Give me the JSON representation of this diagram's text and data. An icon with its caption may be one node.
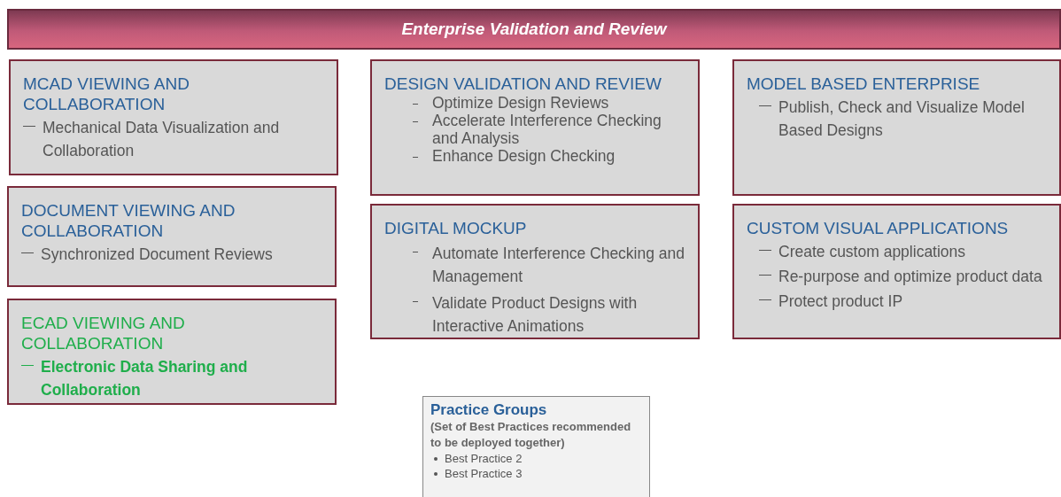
{
  "diagram": {
    "nodes": [
      {
        "text": [
          "Enterprise Validation and Review"
        ]
      },
      {
        "text": [
          "MCAD VIEWING AND COLLABORATION",
          "Mechanical Data Visualization and Collaboration"
        ]
      },
      {
        "text": [
          "DESIGN VALIDATION AND REVIEW",
          "Optimize Design Reviews",
          "Accelerate Interference Checking and Analysis",
          "Enhance Design Checking"
        ]
      },
      {
        "text": [
          "MODEL BASED ENTERPRISE",
          "Publish, Check and Visualize Model Based Designs"
        ]
      },
      {
        "text": [
          "DOCUMENT VIEWING AND COLLABORATION",
          "Synchronized Document Reviews"
        ]
      },
      {
        "text": [
          "DIGITAL MOCKUP",
          "Automate Interference Checking and Management",
          "Validate Product Designs with Interactive Animations"
        ]
      },
      {
        "text": [
          "CUSTOM VISUAL APPLICATIONS",
          "Create custom applications",
          "Re-purpose and optimize product data",
          "Protect product IP"
        ]
      },
      {
        "text": [
          "ECAD VIEWING AND COLLABORATION",
          "Electronic Data Sharing and Collaboration"
        ]
      },
      {
        "text": [
          "Practice Groups",
          "(Set of Best Practices recommended to be deployed together)",
          "Best Practice 2",
          "Best Practice 3"
        ]
      }
    ],
    "edges": []
  }
}
